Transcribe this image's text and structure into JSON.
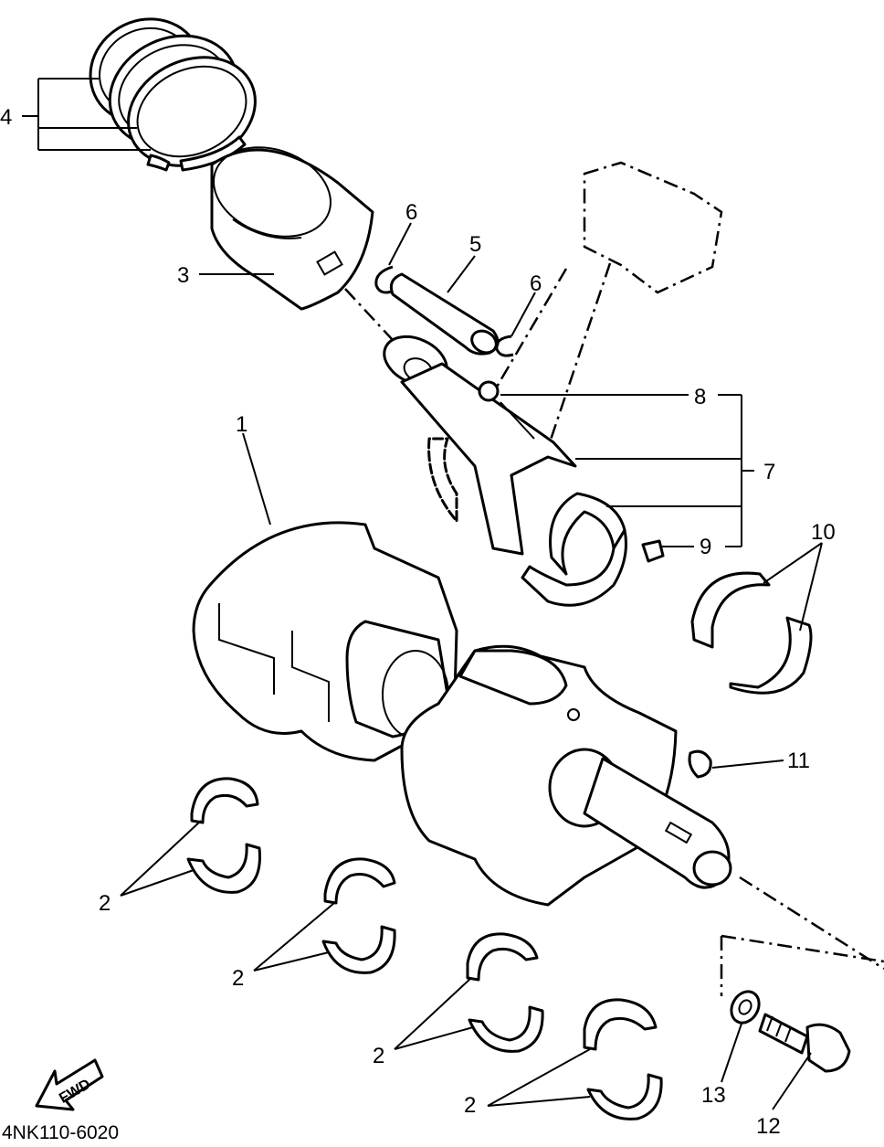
{
  "diagram": {
    "code": "4NK110-6020",
    "fwd_label": "FWD",
    "callouts": [
      "1",
      "2",
      "3",
      "4",
      "5",
      "6",
      "7",
      "8",
      "9",
      "10",
      "11",
      "12",
      "13"
    ]
  }
}
